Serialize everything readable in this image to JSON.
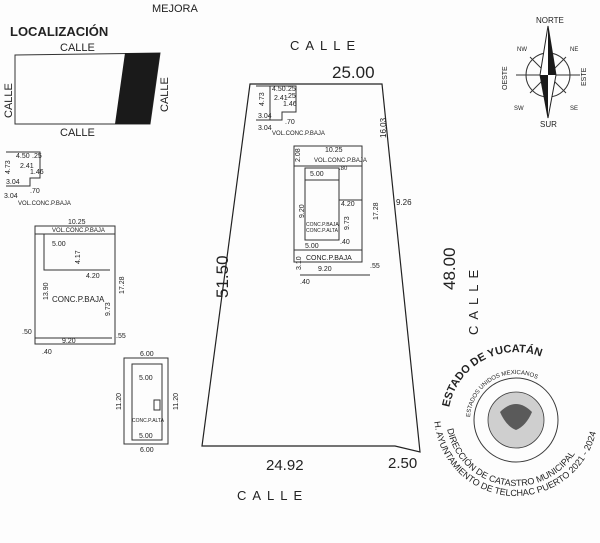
{
  "header": {
    "mejora_label": "MEJORA",
    "localizacion_title": "LOCALIZACIÓN"
  },
  "location_map": {
    "street_top": "CALLE",
    "street_bottom": "CALLE",
    "street_left": "CALLE",
    "street_right": "CALLE"
  },
  "lot": {
    "street_north": "CALLE",
    "street_east": "CALLE",
    "street_south": "CALLE",
    "dim_north": "25.00",
    "dim_east": "48.00",
    "dim_west": "51.50",
    "dim_south": "24.92",
    "dim_chamfer": "2.50",
    "dim_1603": "16.03",
    "dim_926": "9.26"
  },
  "corner_module": {
    "dims": [
      "4.50",
      ".25",
      "4.73",
      ".25",
      "2.41",
      "1.46",
      "3.04",
      ".70",
      "3.04"
    ],
    "label": "VOL.CONC.P.BAJA"
  },
  "building_main": {
    "dims": [
      "10.25",
      "2.08",
      ".80",
      "5.00",
      "9.20",
      "17.28",
      "4.20",
      "9.73",
      ".40",
      "5.00",
      "3.10",
      "9.20",
      ".55",
      ".40"
    ],
    "label_vol": "VOL.CONC.P.BAJA",
    "label_p_baja": "CONC.P.BAJA",
    "label_p_alta": "CONC.P.ALTA",
    "label_conc": "CONC.P.BAJA"
  },
  "detail_left": {
    "dims": [
      "10.25",
      "5.00",
      "4.17",
      "4.20",
      "13.90",
      "17.28",
      "9.73",
      ".50",
      "9.20",
      ".55",
      ".40"
    ],
    "label_vol": "VOL.CONC.P.BAJA",
    "label_conc": "CONC.P.BAJA"
  },
  "detail_alta": {
    "dims": [
      "6.00",
      "5.00",
      "11.20",
      "11.20",
      "5.00",
      "6.00"
    ],
    "label": "CONC.P.ALTA"
  },
  "compass": {
    "north": "NORTE",
    "south": "SUR",
    "east": "ESTE",
    "west": "OESTE",
    "ne": "NE",
    "nw": "NW",
    "se": "SE",
    "sw": "SW"
  },
  "seal": {
    "arc_outer": "ESTADO DE YUCATÁN",
    "arc_inner": "ESTADOS UNIDOS MEXICANOS",
    "line1": "DIRECCIÓN DE CATASTRO MUNICIPAL",
    "line2": "H. AYUNTAMIENTO DE TELCHAC PUERTO 2021 - 2024"
  },
  "colors": {
    "ink": "#222222",
    "seal_ink": "#3a3a3a",
    "dark_block": "#1a1a1a"
  }
}
